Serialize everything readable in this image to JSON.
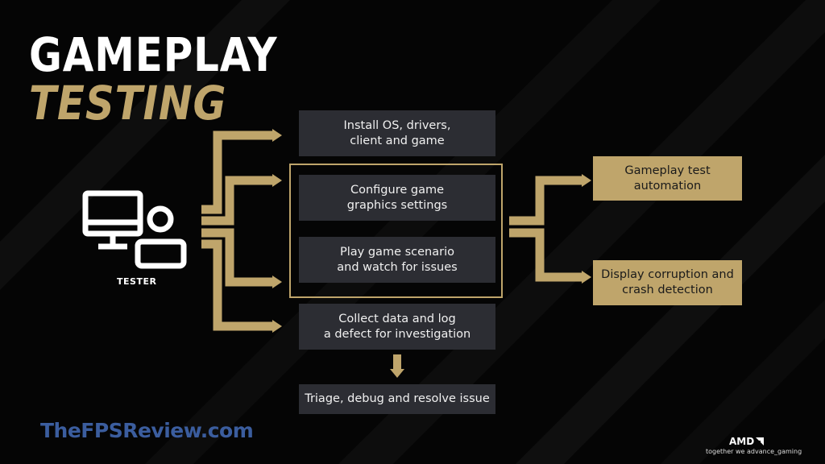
{
  "title": {
    "line1": "GAMEPLAY",
    "line2": "TESTING"
  },
  "tester": {
    "label": "TESTER",
    "icon": "computer-user-icon"
  },
  "steps": [
    {
      "id": "install",
      "label": "Install OS, drivers,\nclient and game"
    },
    {
      "id": "configure",
      "label": "Configure game\ngraphics settings"
    },
    {
      "id": "play",
      "label": "Play game scenario\nand watch for issues"
    },
    {
      "id": "collect",
      "label": "Collect data and log\na defect for investigation"
    },
    {
      "id": "triage",
      "label": "Triage, debug and resolve issue"
    }
  ],
  "outcomes": [
    {
      "id": "automation",
      "label": "Gameplay  test\nautomation"
    },
    {
      "id": "detection",
      "label": "Display corruption and\ncrash detection"
    }
  ],
  "watermark": "TheFPSReview.com",
  "brand": {
    "logo": "AMD",
    "tagline": "together we advance_gaming"
  },
  "colors": {
    "accent": "#bfa56b",
    "box": "#2c2d33",
    "background": "#050505",
    "watermark": "#3b5d9e"
  }
}
